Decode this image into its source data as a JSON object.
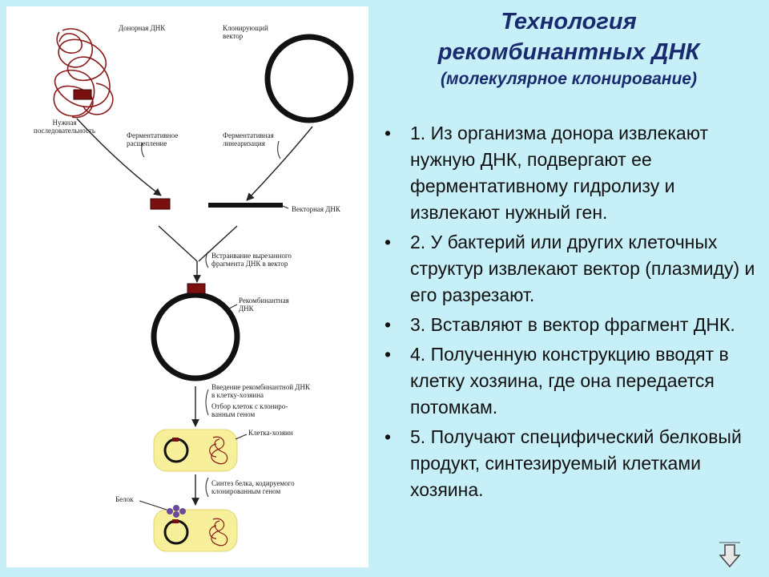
{
  "title": {
    "line1": "Технология",
    "line2": "рекомбинантных ДНК",
    "line3": "(молекулярное клонирование)"
  },
  "diagram": {
    "labels": {
      "donor_dna": "Донорная ДНК",
      "cloning_vector": "Клонирующий\nвектор",
      "needed_sequence": "Нужная\nпоследовательность",
      "enzymatic_cleavage": "Ферментативное\nрасщепление",
      "enzymatic_linearization": "Ферментативная\nлинеаризация",
      "vector_dna": "Векторная ДНК",
      "insertion": "Встраивание вырезанного\nфрагмента ДНК в вектор",
      "recombinant_dna": "Рекомбинантная\nДНК",
      "introduction": "Введение рекомбинантной ДНК\nв клетку-хозяина",
      "selection": "Отбор клеток с клониро-\nванным геном",
      "host_cell": "Клетка-хозяин",
      "protein_synthesis": "Синтез белка, кодируемого\nклонированным геном",
      "protein": "Белок"
    },
    "colors": {
      "donor_dna": "#8b1a1a",
      "gene_fragment": "#7a1010",
      "host_cell_fill": "#f7ef9a",
      "vector": "#111111"
    }
  },
  "steps": [
    "1. Из организма донора извлекают нужную ДНК, подвергают ее ферментативному гидролизу и извлекают нужный ген.",
    "2. У бактерий или других клеточных структур извлекают вектор (плазмиду) и его разрезают.",
    "3. Вставляют в вектор фрагмент ДНК.",
    "4. Полученную конструкцию вводят в клетку хозяина, где она передается потомкам.",
    "5.  Получают специфический белковый продукт, синтезируемый клетками хозяина."
  ],
  "bullet": "•",
  "nav": {
    "icon": "down-arrow-icon"
  }
}
